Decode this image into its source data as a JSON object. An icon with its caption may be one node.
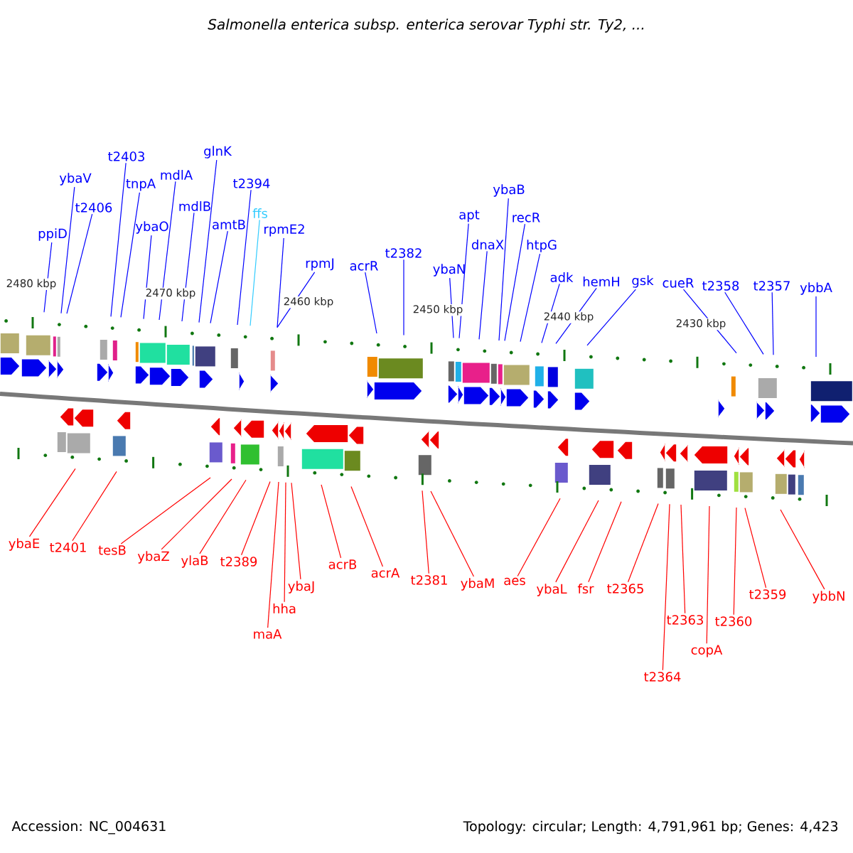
{
  "diagram": {
    "title": "Salmonella enterica subsp. enterica serovar Typhi str. Ty2, ...",
    "nodes": [
      {
        "text": [
          "ppiD"
        ]
      },
      {
        "text": [
          "ybaV"
        ]
      },
      {
        "text": [
          "t2406"
        ]
      },
      {
        "text": [
          "t2403"
        ]
      },
      {
        "text": [
          "tnpA"
        ]
      },
      {
        "text": [
          "ybaO"
        ]
      },
      {
        "text": [
          "mdlA"
        ]
      },
      {
        "text": [
          "mdlB"
        ]
      },
      {
        "text": [
          "glnK"
        ]
      },
      {
        "text": [
          "amtB"
        ]
      },
      {
        "text": [
          "t2394"
        ]
      },
      {
        "text": [
          "ffs"
        ]
      },
      {
        "text": [
          "rpmE2"
        ]
      },
      {
        "text": [
          "rpmJ"
        ]
      },
      {
        "text": [
          "acrR"
        ]
      },
      {
        "text": [
          "t2382"
        ]
      },
      {
        "text": [
          "ybaN"
        ]
      },
      {
        "text": [
          "apt"
        ]
      },
      {
        "text": [
          "dnaX"
        ]
      },
      {
        "text": [
          "ybaB"
        ]
      },
      {
        "text": [
          "recR"
        ]
      },
      {
        "text": [
          "htpG"
        ]
      },
      {
        "text": [
          "adk"
        ]
      },
      {
        "text": [
          "hemH"
        ]
      },
      {
        "text": [
          "gsk"
        ]
      },
      {
        "text": [
          "cueR"
        ]
      },
      {
        "text": [
          "t2358"
        ]
      },
      {
        "text": [
          "t2357"
        ]
      },
      {
        "text": [
          "ybbA"
        ]
      },
      {
        "text": [
          "ybaE"
        ]
      },
      {
        "text": [
          "t2401"
        ]
      },
      {
        "text": [
          "tesB"
        ]
      },
      {
        "text": [
          "ybaZ"
        ]
      },
      {
        "text": [
          "ylaB"
        ]
      },
      {
        "text": [
          "t2389"
        ]
      },
      {
        "text": [
          "ybaJ"
        ]
      },
      {
        "text": [
          "hha"
        ]
      },
      {
        "text": [
          "maA"
        ]
      },
      {
        "text": [
          "acrB"
        ]
      },
      {
        "text": [
          "acrA"
        ]
      },
      {
        "text": [
          "t2381"
        ]
      },
      {
        "text": [
          "ybaM"
        ]
      },
      {
        "text": [
          "aes"
        ]
      },
      {
        "text": [
          "ybaL"
        ]
      },
      {
        "text": [
          "fsr"
        ]
      },
      {
        "text": [
          "t2365"
        ]
      },
      {
        "text": [
          "t2363"
        ]
      },
      {
        "text": [
          "t2364"
        ]
      },
      {
        "text": [
          "copA"
        ]
      },
      {
        "text": [
          "t2360"
        ]
      },
      {
        "text": [
          "t2359"
        ]
      },
      {
        "text": [
          "ybbN"
        ]
      }
    ],
    "edges": [
      {
        "from": 0,
        "to": null,
        "arrow": "none"
      },
      {
        "from": 1,
        "to": null,
        "arrow": "none"
      },
      {
        "from": 2,
        "to": null,
        "arrow": "none"
      },
      {
        "from": 3,
        "to": null,
        "arrow": "none"
      },
      {
        "from": 4,
        "to": null,
        "arrow": "none"
      },
      {
        "from": 5,
        "to": null,
        "arrow": "none"
      },
      {
        "from": 6,
        "to": null,
        "arrow": "none"
      },
      {
        "from": 7,
        "to": null,
        "arrow": "none"
      },
      {
        "from": 8,
        "to": null,
        "arrow": "none"
      },
      {
        "from": 9,
        "to": null,
        "arrow": "none"
      },
      {
        "from": 10,
        "to": null,
        "arrow": "none"
      },
      {
        "from": 11,
        "to": null,
        "arrow": "none",
        "color": "#33ccff"
      },
      {
        "from": 12,
        "to": null,
        "arrow": "none"
      },
      {
        "from": 13,
        "to": null,
        "arrow": "none"
      },
      {
        "from": 14,
        "to": null,
        "arrow": "none"
      },
      {
        "from": 15,
        "to": null,
        "arrow": "none"
      },
      {
        "from": 16,
        "to": null,
        "arrow": "none"
      },
      {
        "from": 17,
        "to": null,
        "arrow": "none"
      },
      {
        "from": 18,
        "to": null,
        "arrow": "none"
      },
      {
        "from": 19,
        "to": null,
        "arrow": "none"
      },
      {
        "from": 20,
        "to": null,
        "arrow": "none"
      },
      {
        "from": 21,
        "to": null,
        "arrow": "none"
      },
      {
        "from": 22,
        "to": null,
        "arrow": "none"
      },
      {
        "from": 23,
        "to": null,
        "arrow": "none"
      },
      {
        "from": 24,
        "to": null,
        "arrow": "none"
      },
      {
        "from": 25,
        "to": null,
        "arrow": "none"
      },
      {
        "from": 26,
        "to": null,
        "arrow": "none"
      },
      {
        "from": 27,
        "to": null,
        "arrow": "none"
      },
      {
        "from": 28,
        "to": null,
        "arrow": "none"
      },
      {
        "from": 29,
        "to": null,
        "arrow": "none",
        "color": "#ff0000"
      },
      {
        "from": 30,
        "to": null,
        "arrow": "none",
        "color": "#ff0000"
      },
      {
        "from": 31,
        "to": null,
        "arrow": "none",
        "color": "#ff0000"
      },
      {
        "from": 32,
        "to": null,
        "arrow": "none",
        "color": "#ff0000"
      },
      {
        "from": 33,
        "to": null,
        "arrow": "none",
        "color": "#ff0000"
      },
      {
        "from": 34,
        "to": null,
        "arrow": "none",
        "color": "#ff0000"
      },
      {
        "from": 35,
        "to": null,
        "arrow": "none",
        "color": "#ff0000"
      },
      {
        "from": 36,
        "to": null,
        "arrow": "none",
        "color": "#ff0000"
      },
      {
        "from": 37,
        "to": null,
        "arrow": "none",
        "color": "#ff0000"
      },
      {
        "from": 38,
        "to": null,
        "arrow": "none",
        "color": "#ff0000"
      },
      {
        "from": 39,
        "to": null,
        "arrow": "none",
        "color": "#ff0000"
      },
      {
        "from": 40,
        "to": null,
        "arrow": "none",
        "color": "#ff0000"
      },
      {
        "from": 41,
        "to": null,
        "arrow": "none",
        "color": "#ff0000"
      },
      {
        "from": 42,
        "to": null,
        "arrow": "none",
        "color": "#ff0000"
      },
      {
        "from": 43,
        "to": null,
        "arrow": "none",
        "color": "#ff0000"
      },
      {
        "from": 44,
        "to": null,
        "arrow": "none",
        "color": "#ff0000"
      },
      {
        "from": 45,
        "to": null,
        "arrow": "none",
        "color": "#ff0000"
      },
      {
        "from": 46,
        "to": null,
        "arrow": "none",
        "color": "#ff0000"
      },
      {
        "from": 47,
        "to": null,
        "arrow": "none",
        "color": "#ff0000"
      },
      {
        "from": 48,
        "to": null,
        "arrow": "none",
        "color": "#ff0000"
      },
      {
        "from": 49,
        "to": null,
        "arrow": "none",
        "color": "#ff0000"
      },
      {
        "from": 50,
        "to": null,
        "arrow": "none",
        "color": "#ff0000"
      },
      {
        "from": 51,
        "to": null,
        "arrow": "none",
        "color": "#ff0000"
      }
    ],
    "labels": [
      "2480 kbp",
      "2470 kbp",
      "2460 kbp",
      "2450 kbp",
      "2440 kbp",
      "2430 kbp",
      "Accession: NC_004631",
      "Topology: circular; Length: 4,791,961 bp; Genes: 4,423"
    ]
  }
}
